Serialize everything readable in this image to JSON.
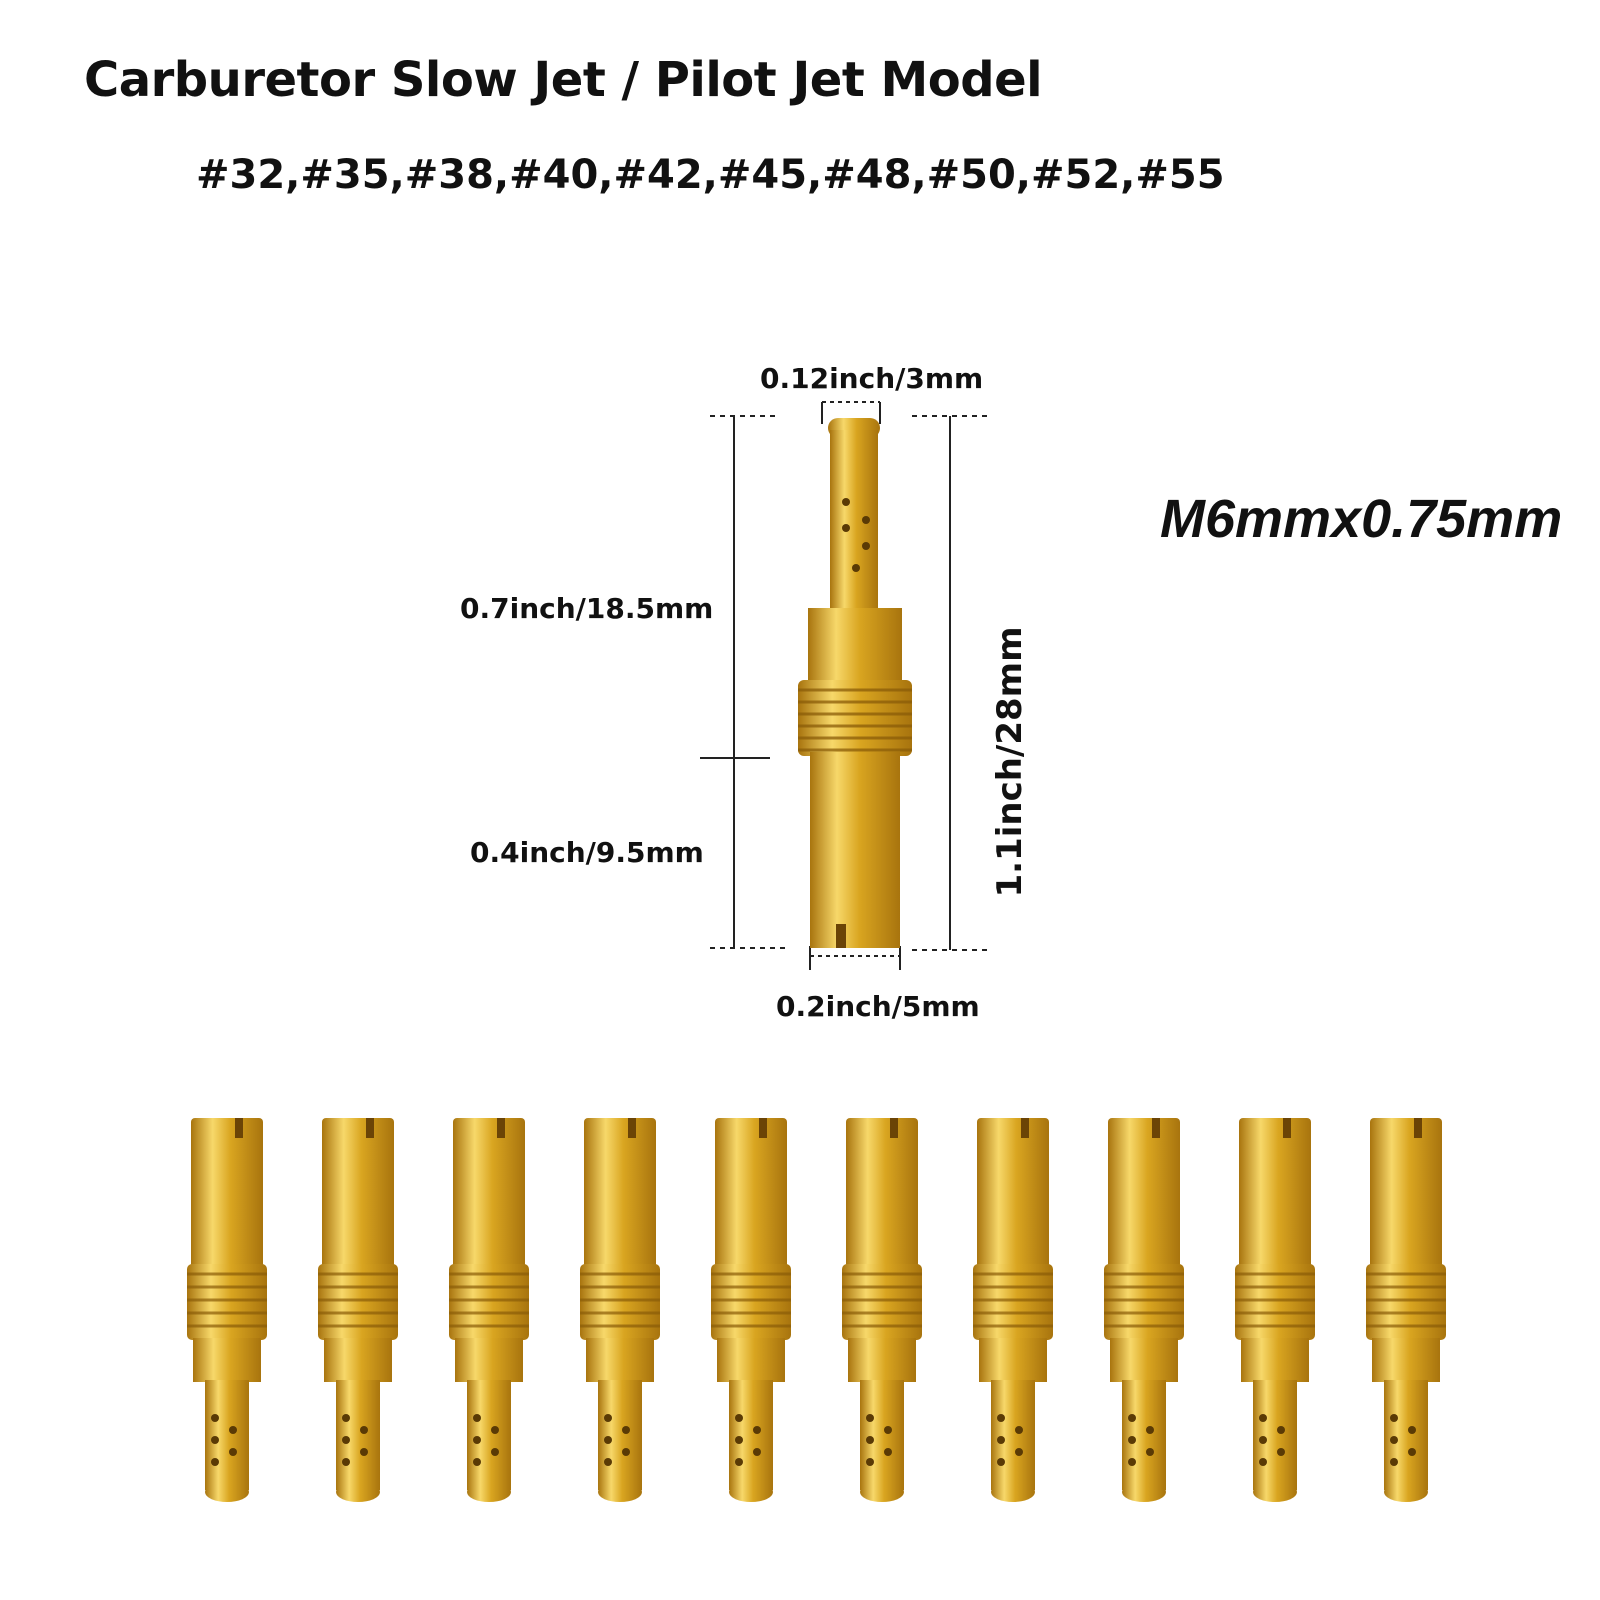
{
  "title": "Carburetor Slow Jet / Pilot Jet Model",
  "models": "#32,#35,#38,#40,#42,#45,#48,#50,#52,#55",
  "thread_spec": "M6mmx0.75mm",
  "dimensions": {
    "tip_diameter": "0.12inch/3mm",
    "upper_length": "0.7inch/18.5mm",
    "lower_length": "0.4inch/9.5mm",
    "total_length": "1.1inch/28mm",
    "body_diameter": "0.2inch/5mm"
  },
  "product": {
    "jet_count": 10,
    "brass_color": "#d9a520",
    "brass_light": "#f7d86a",
    "brass_dark": "#a8740e"
  }
}
